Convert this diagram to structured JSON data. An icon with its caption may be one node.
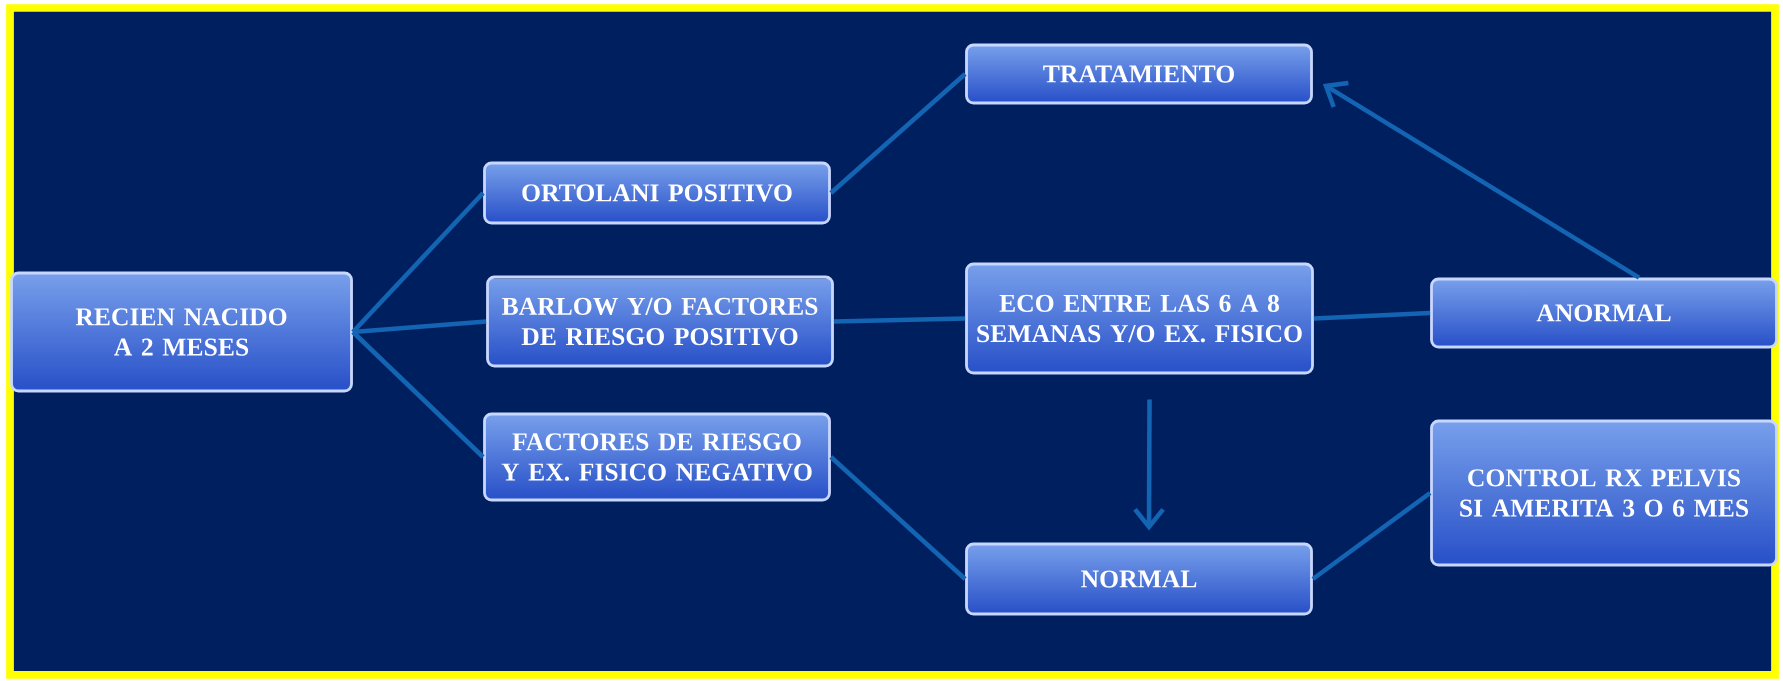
{
  "diagram": {
    "nodes": [
      {
        "text": [
          "RECIEN NACIDO A 2 MESES"
        ]
      },
      {
        "text": [
          "ORTOLANI POSITIVO"
        ]
      },
      {
        "text": [
          "BARLOW Y/O FACTORES DE RIESGO POSITIVO"
        ]
      },
      {
        "text": [
          "FACTORES DE RIESGO Y EX. FISICO NEGATIVO"
        ]
      },
      {
        "text": [
          "TRATAMIENTO"
        ]
      },
      {
        "text": [
          "ECO ENTRE LAS 6 A 8 SEMANAS Y/O EX. FISICO"
        ]
      },
      {
        "text": [
          "ANORMAL"
        ]
      },
      {
        "text": [
          "NORMAL"
        ]
      },
      {
        "text": [
          "CONTROL RX PELVIS SI AMERITA 3 O 6 MES"
        ]
      }
    ],
    "edges": [
      {
        "from": 0,
        "to": 1,
        "arrow": "none"
      },
      {
        "from": 0,
        "to": 2,
        "arrow": "none"
      },
      {
        "from": 0,
        "to": 3,
        "arrow": "none"
      },
      {
        "from": 1,
        "to": 4,
        "arrow": "none"
      },
      {
        "from": 2,
        "to": 5,
        "arrow": "none"
      },
      {
        "from": 5,
        "to": 6,
        "arrow": "none"
      },
      {
        "from": 6,
        "to": 4,
        "arrow": "to"
      },
      {
        "from": 5,
        "to": 7,
        "arrow": "to"
      },
      {
        "from": 3,
        "to": 7,
        "arrow": "none"
      },
      {
        "from": 7,
        "to": 8,
        "arrow": "none"
      }
    ]
  }
}
